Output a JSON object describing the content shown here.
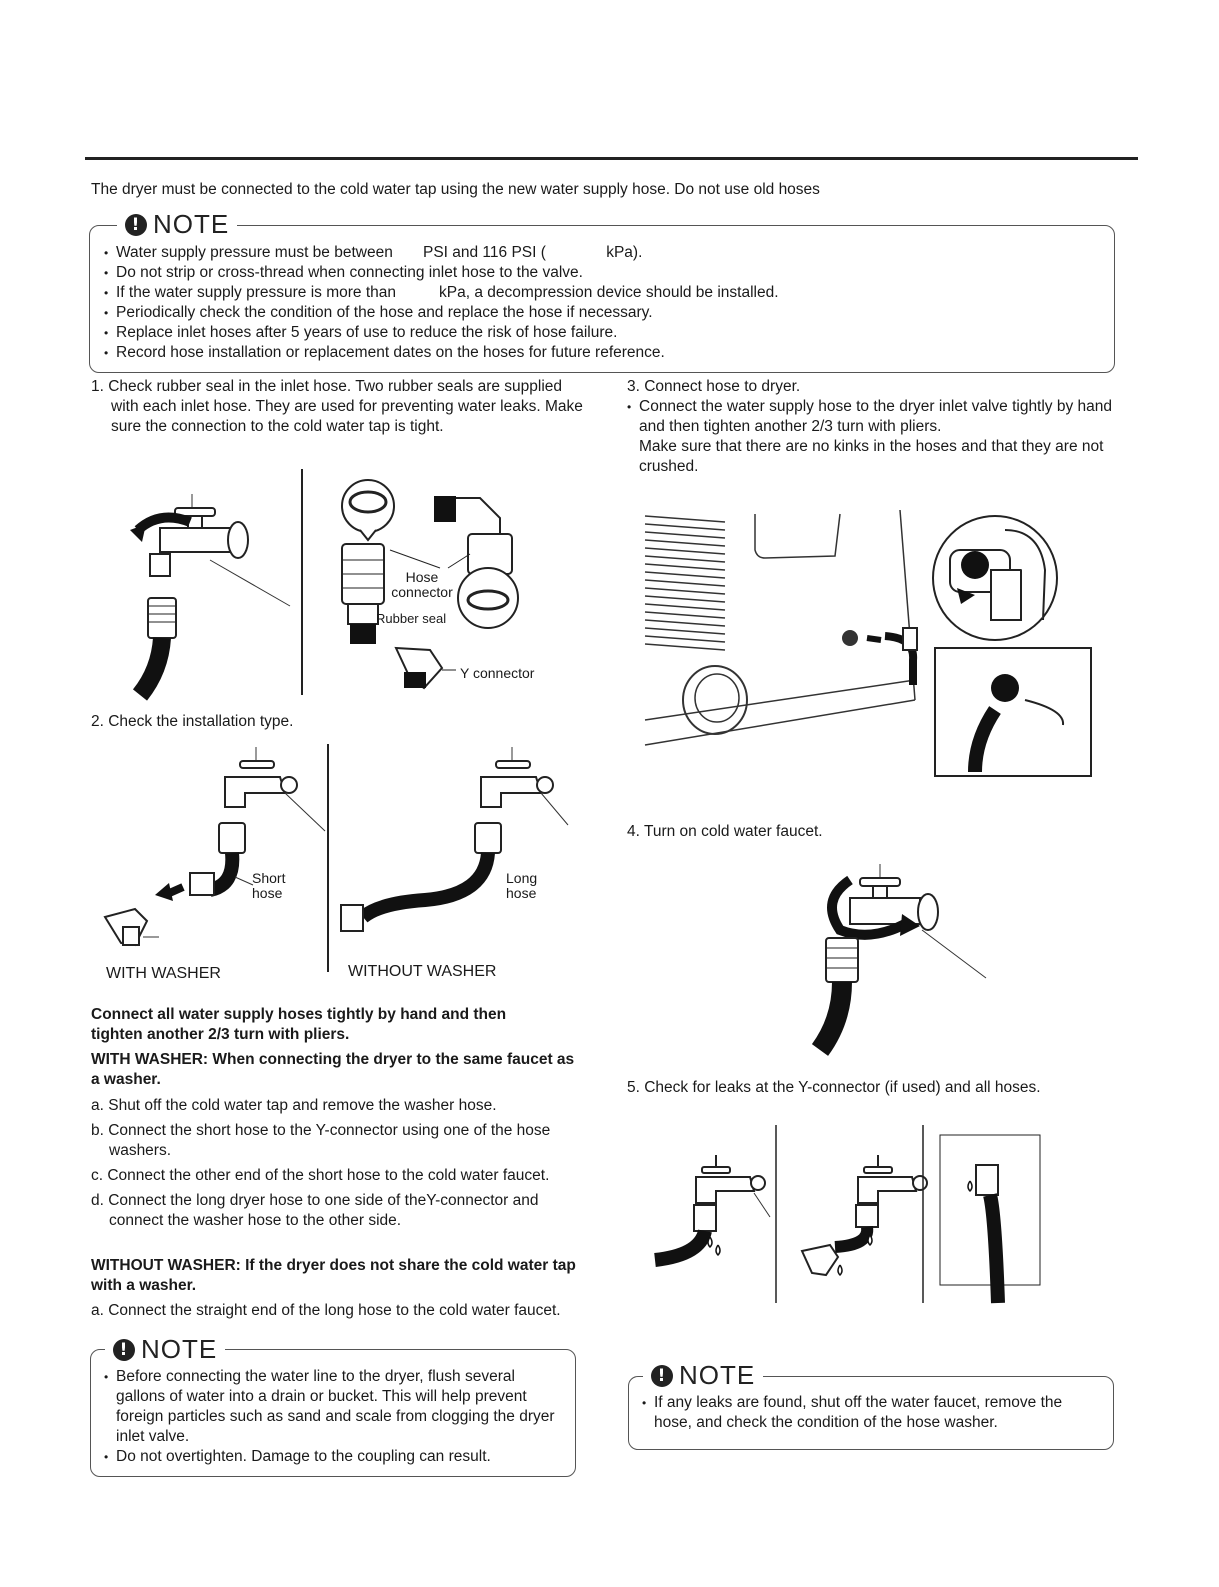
{
  "intro": "The dryer must be connected to the cold water tap using the new water supply hose. Do not use old hoses",
  "note_title": "NOTE",
  "note1": {
    "items": [
      "Water supply pressure must be between       PSI and 116 PSI (              kPa).",
      "Do not strip or cross-thread when connecting inlet hose to the valve.",
      "If the water supply pressure is more than          kPa, a decompression device should be installed.",
      "Periodically check the condition of the hose and replace the hose if necessary.",
      "Replace inlet hoses after 5 years of use to reduce the risk of hose failure.",
      "Record hose installation or replacement dates on the hoses for future reference."
    ]
  },
  "step1": {
    "text": "1.  Check rubber seal in the inlet hose. Two rubber seals are supplied with each inlet hose. They are used for preventing water leaks. Make sure the connection to the cold water tap is tight.",
    "hose_connector": "Hose connector",
    "rubber_seal": "Rubber seal",
    "y_connector": "Y connector"
  },
  "step2": {
    "text": "2. Check the installation type.",
    "short_hose": "Short hose",
    "long_hose": "Long hose",
    "with_washer": "WITH WASHER",
    "without_washer": "WITHOUT WASHER"
  },
  "connect_bold": "Connect all water supply hoses tightly by hand and then tighten another 2/3 turn with pliers.",
  "with_washer_heading": "WITH WASHER: When connecting the dryer to the same faucet as a washer.",
  "with_washer_steps": [
    "a. Shut off the cold water tap and remove the washer hose.",
    "b. Connect the short hose to the Y-connector using one of the hose washers.",
    "c. Connect the other end of the short hose to the cold water faucet.",
    "d. Connect the long dryer hose to one side of theY-connector and connect the washer hose to the other side."
  ],
  "without_washer_heading": "WITHOUT WASHER: If the dryer does not share the cold water tap with a washer.",
  "without_washer_steps": [
    "a. Connect the straight end of the long hose to the cold water faucet."
  ],
  "note2": {
    "items": [
      "Before connecting the water line to the dryer, flush several gallons of water into a drain or bucket. This will help prevent foreign particles such as sand and scale from clogging the dryer inlet valve.",
      "Do not overtighten. Damage to the coupling can result."
    ]
  },
  "step3": {
    "title": "3. Connect hose to dryer.",
    "bullet": "Connect the water supply hose to the dryer inlet valve tightly by hand and then tighten another 2/3 turn with pliers.",
    "bullet_cont": "Make sure that there are no kinks in the hoses and that they are not crushed."
  },
  "step4": "4. Turn on cold water faucet.",
  "step5": "5. Check for leaks at the Y-connector (if used) and all hoses.",
  "note3": {
    "items": [
      "If any leaks are found, shut off the water faucet, remove the hose, and check the condition of the hose washer."
    ]
  }
}
